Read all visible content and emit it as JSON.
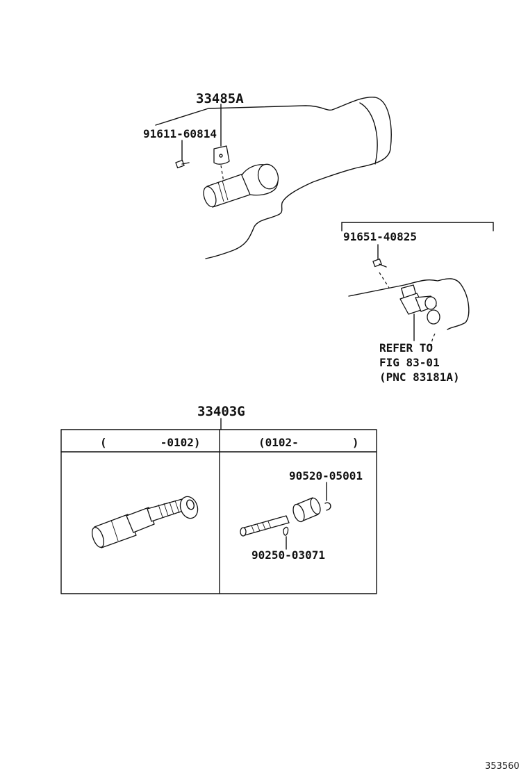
{
  "labels": {
    "p33485A": "33485A",
    "p91611": "91611-60814",
    "p91651": "91651-40825",
    "refer_line1": "REFER TO",
    "refer_line2": "FIG 83-01",
    "refer_line3": "(PNC 83181A)",
    "p33403G": "33403G",
    "p90520": "90520-05001",
    "p90250": "90250-03071"
  },
  "table": {
    "col1_header": "(        -0102)",
    "col2_header": "(0102-        )"
  },
  "footer": {
    "ref_number": "353560"
  }
}
